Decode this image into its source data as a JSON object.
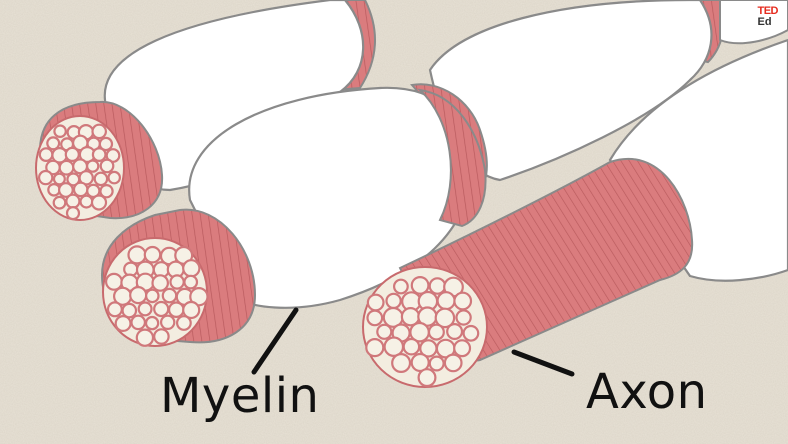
{
  "labels": {
    "myelin": "Myelin",
    "axon": "Axon"
  },
  "logo": {
    "ted": "TED",
    "ed": "Ed"
  },
  "colors": {
    "background": "#e8e2d6",
    "myelin": "#ffffff",
    "axon": "#d9777a",
    "outline": "#8a8a8a",
    "label": "#111111",
    "logo_red": "#e62b1e"
  },
  "icons": [
    "ted-ed-logo"
  ]
}
